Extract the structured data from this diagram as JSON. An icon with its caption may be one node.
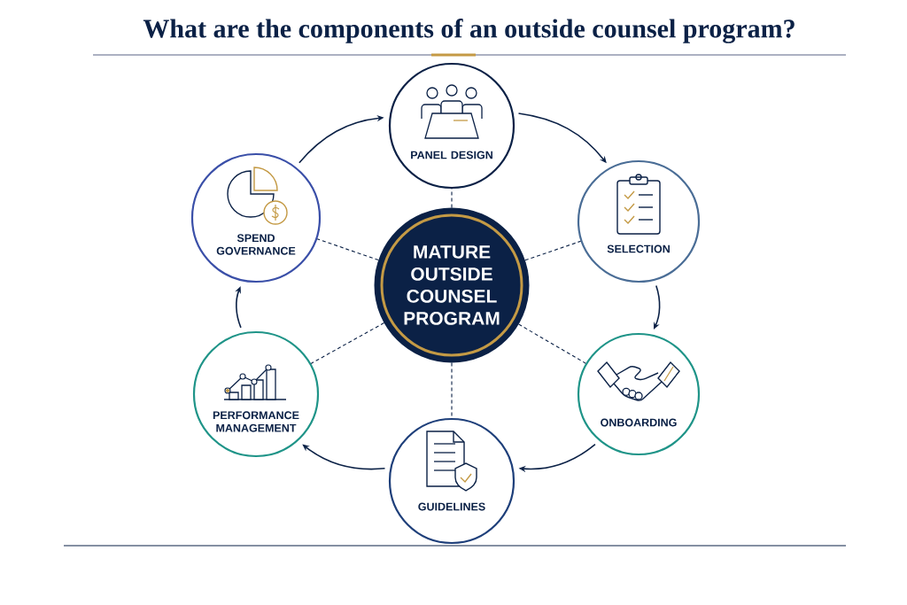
{
  "diagram": {
    "title": "What are the components of an outside counsel program?",
    "nodes": [
      {
        "text": [
          "MATURE OUTSIDE COUNSEL PROGRAM"
        ]
      },
      {
        "text": [
          "PANEL DESIGN"
        ]
      },
      {
        "text": [
          "SELECTION"
        ]
      },
      {
        "text": [
          "ONBOARDING"
        ]
      },
      {
        "text": [
          "GUIDELINES"
        ]
      },
      {
        "text": [
          "PERFORMANCE MANAGEMENT"
        ]
      },
      {
        "text": [
          "SPEND GOVERNANCE"
        ]
      }
    ],
    "edges": [
      {
        "from": 1,
        "to": 2,
        "arrow": "to"
      },
      {
        "from": 2,
        "to": 3,
        "arrow": "to"
      },
      {
        "from": 3,
        "to": 4,
        "arrow": "to"
      },
      {
        "from": 4,
        "to": 5,
        "arrow": "to"
      },
      {
        "from": 5,
        "to": 6,
        "arrow": "to"
      },
      {
        "from": 6,
        "to": 1,
        "arrow": "to"
      },
      {
        "from": 0,
        "to": 1,
        "arrow": "none",
        "style": "dashed"
      },
      {
        "from": 0,
        "to": 2,
        "arrow": "none",
        "style": "dashed"
      },
      {
        "from": 0,
        "to": 3,
        "arrow": "none",
        "style": "dashed"
      },
      {
        "from": 0,
        "to": 4,
        "arrow": "none",
        "style": "dashed"
      },
      {
        "from": 0,
        "to": 5,
        "arrow": "none",
        "style": "dashed"
      },
      {
        "from": 0,
        "to": 6,
        "arrow": "none",
        "style": "dashed"
      }
    ]
  }
}
